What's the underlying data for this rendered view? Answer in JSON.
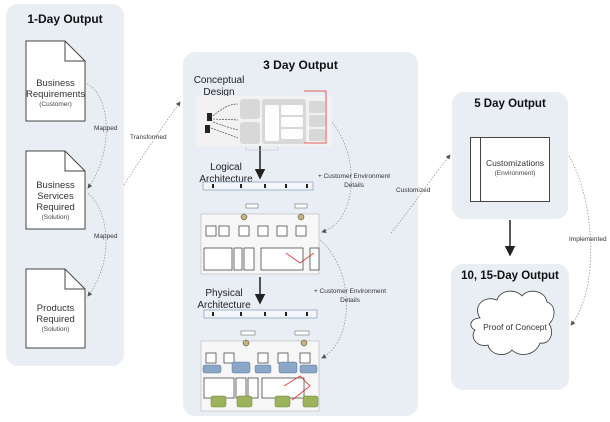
{
  "panels": {
    "day1": {
      "title": "1-Day Output",
      "docs": [
        {
          "label": "Business Requirements",
          "sub": "(Customer)"
        },
        {
          "label": "Business Services Required",
          "sub": "(Solution)"
        },
        {
          "label": "Products Required",
          "sub": "(Solution)"
        }
      ]
    },
    "day3": {
      "title": "3 Day Output",
      "sections": [
        {
          "label": "Conceptual Design"
        },
        {
          "label": "Logical Architecture"
        },
        {
          "label": "Physical Architecture"
        }
      ],
      "env_note_1": "+ Customer Environment Details",
      "env_note_2": "+ Customer Environment Details"
    },
    "day5": {
      "title": "5 Day Output",
      "box": {
        "label": "Customizations",
        "sub": "(Environment)"
      }
    },
    "day10": {
      "title": "10, 15-Day Output",
      "cloud_label": "Proof of Concept"
    }
  },
  "connectors": {
    "mapped_1": "Mapped",
    "mapped_2": "Mapped",
    "transformed": "Transformed",
    "customized": "Customized",
    "implemented": "Implemented"
  },
  "colors": {
    "panel_bg": "#e9eef5",
    "highlight_red": "#e0302a",
    "blue_box": "#8aa6c8",
    "green_box": "#9bb35a"
  }
}
